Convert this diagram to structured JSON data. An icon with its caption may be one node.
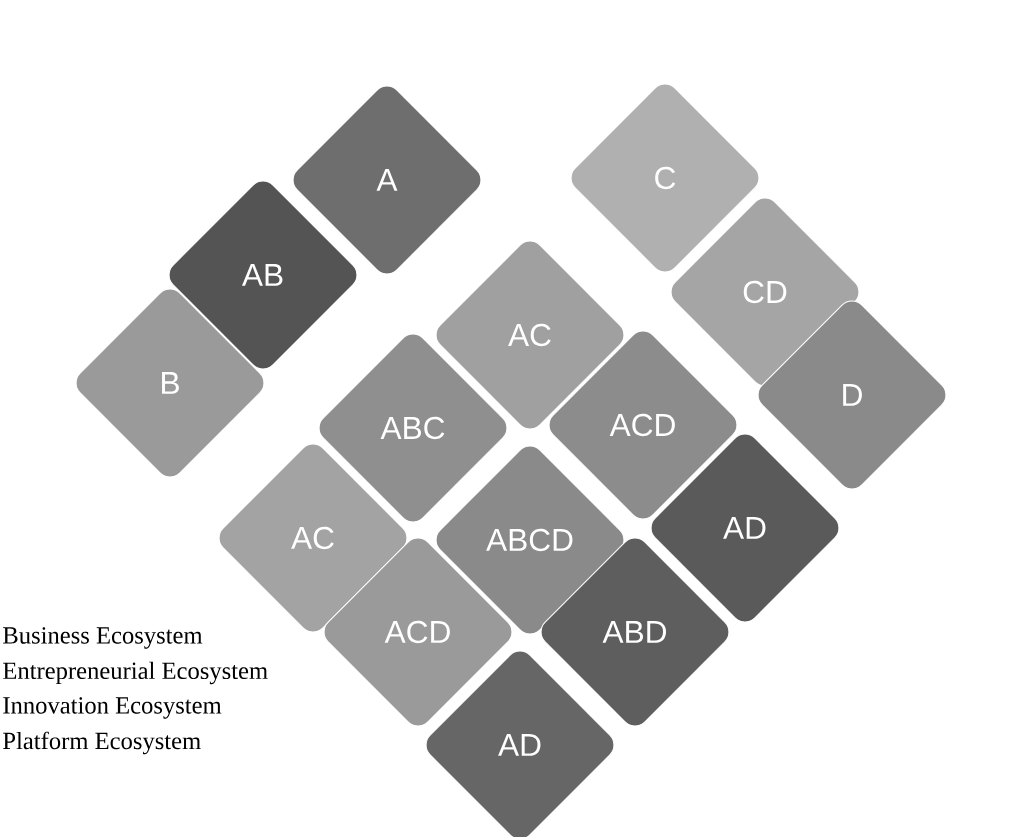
{
  "diagram": {
    "nodes": [
      {
        "text": [
          "A"
        ]
      },
      {
        "text": [
          "AB"
        ]
      },
      {
        "text": [
          "B"
        ]
      },
      {
        "text": [
          "C"
        ]
      },
      {
        "text": [
          "CD"
        ]
      },
      {
        "text": [
          "D"
        ]
      },
      {
        "text": [
          "AC"
        ]
      },
      {
        "text": [
          "ABC"
        ]
      },
      {
        "text": [
          "ACD"
        ]
      },
      {
        "text": [
          "AC"
        ]
      },
      {
        "text": [
          "ABCD"
        ]
      },
      {
        "text": [
          "AD"
        ]
      },
      {
        "text": [
          "ACD"
        ]
      },
      {
        "text": [
          "ABD"
        ]
      },
      {
        "text": [
          "AD"
        ]
      }
    ],
    "labels": [
      "Business Ecosystem",
      "Entrepreneurial Ecosystem",
      "Innovation Ecosystem",
      "Platform Ecosystem"
    ]
  }
}
